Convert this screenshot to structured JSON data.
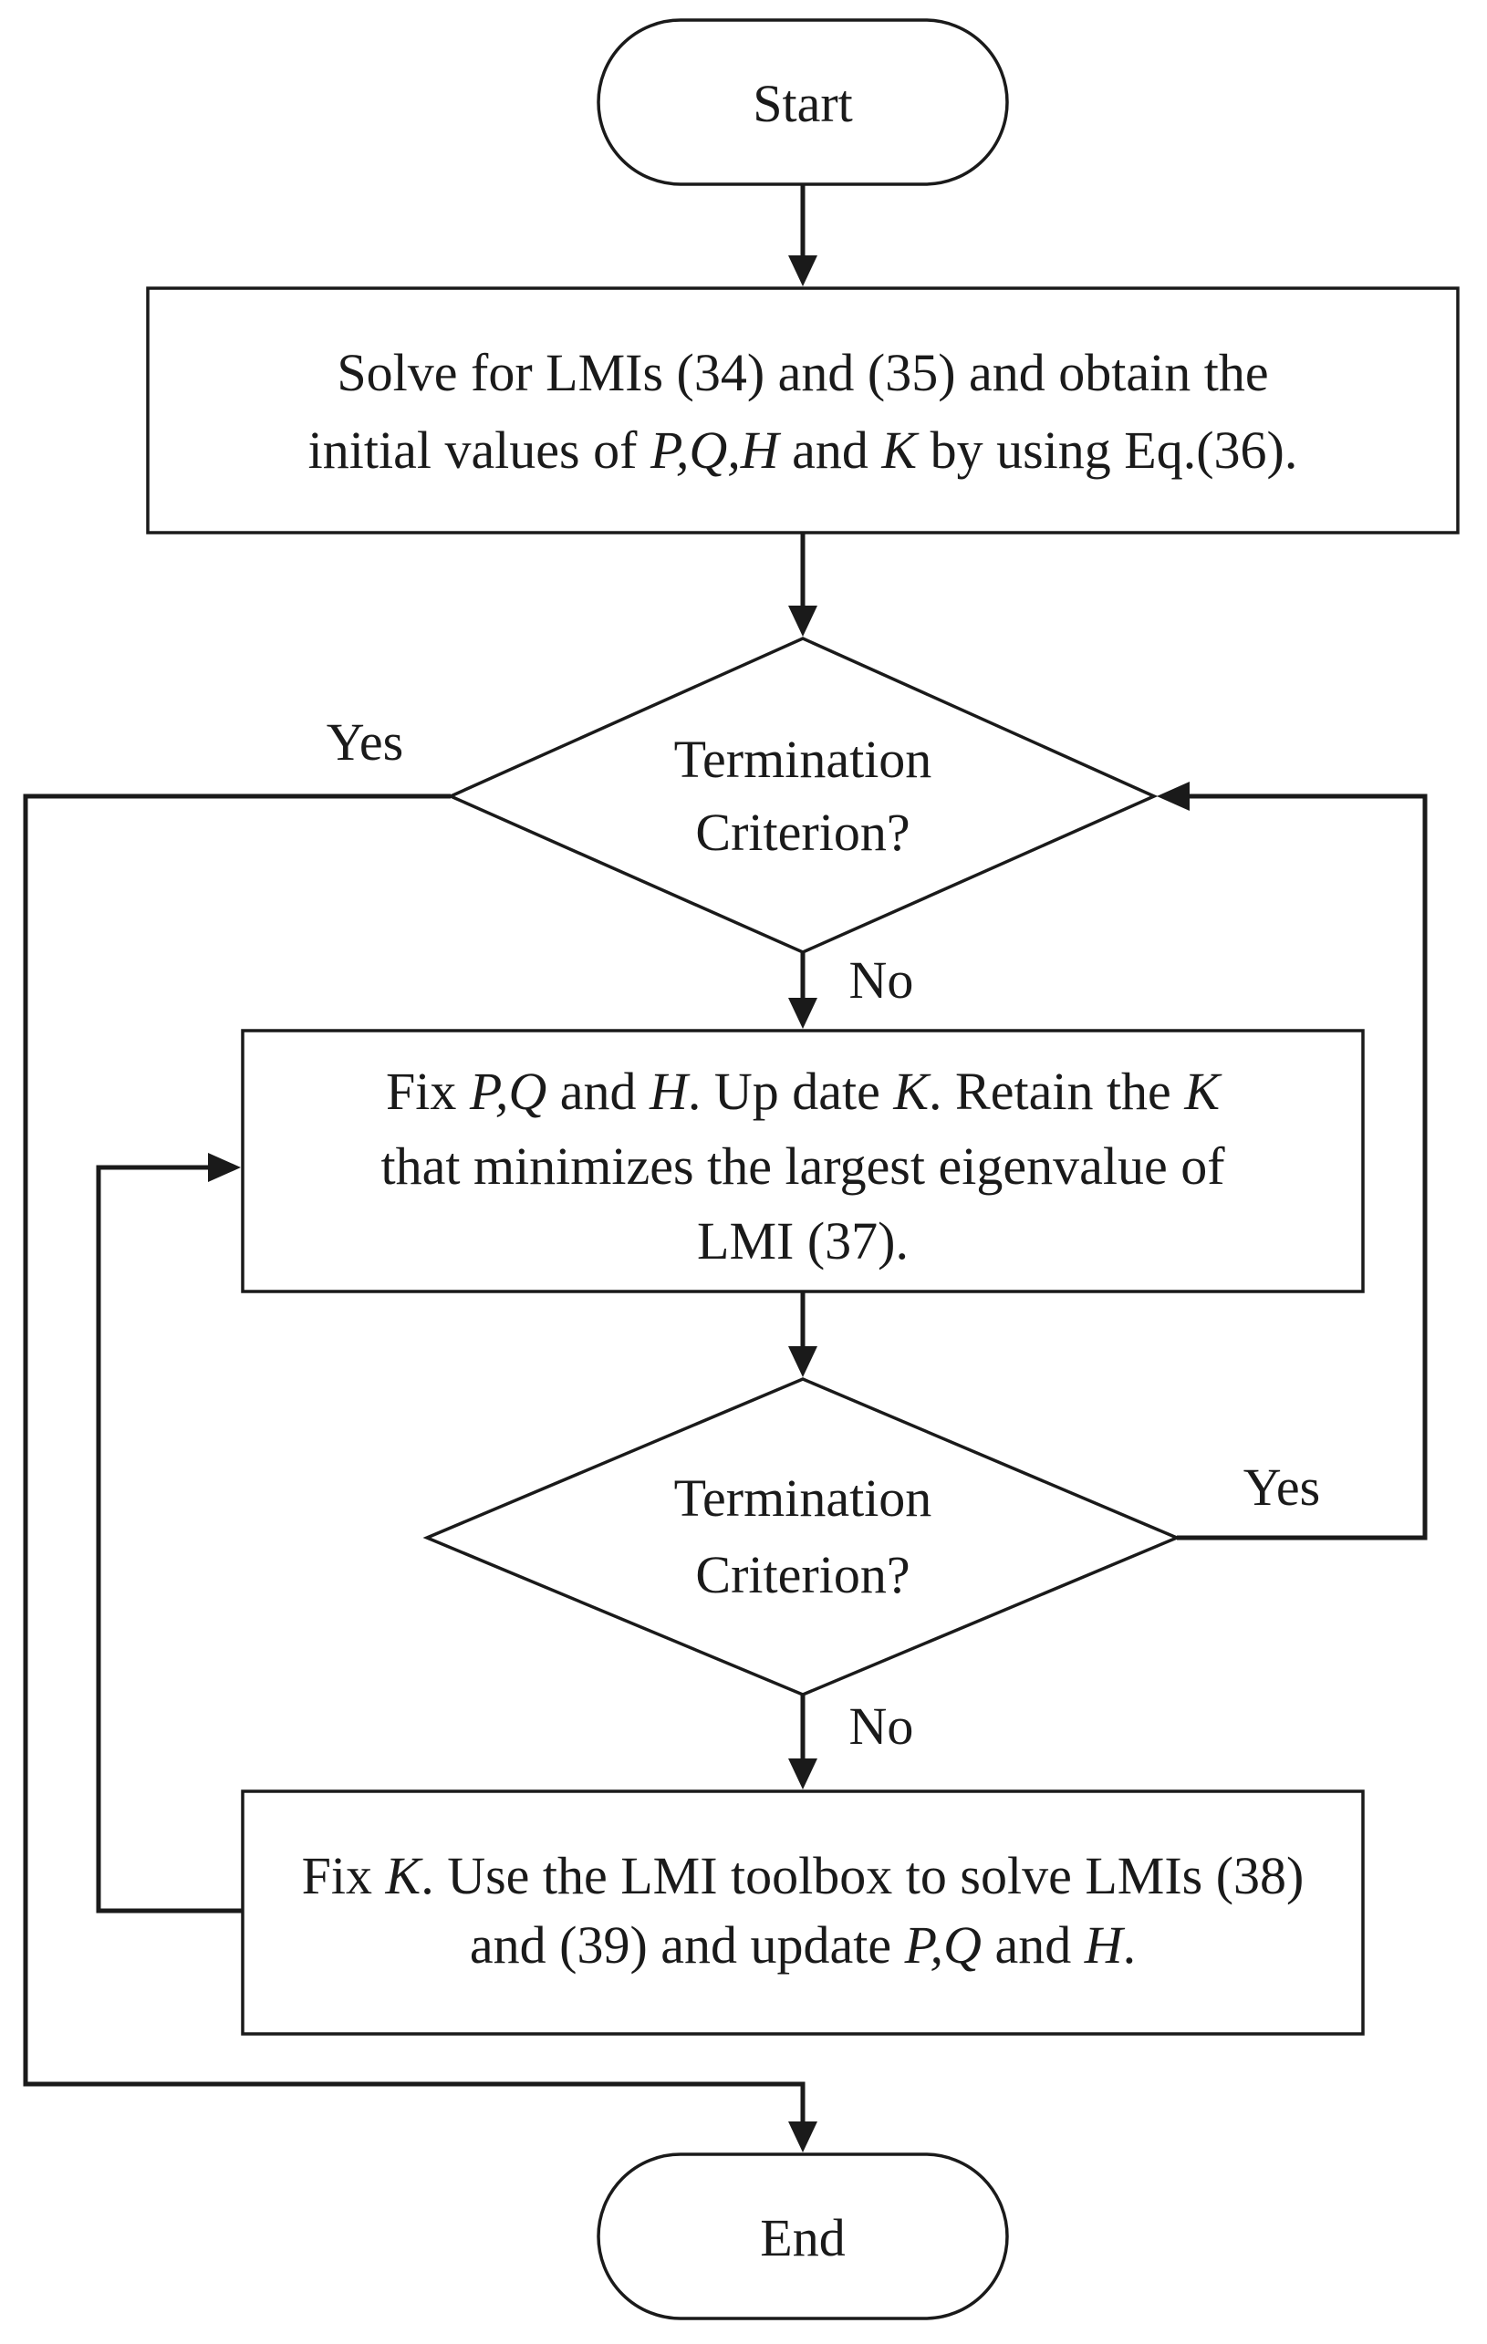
{
  "start_label": "Start",
  "end_label": "End",
  "init_box": {
    "line1": "Solve for LMIs (34) and (35) and obtain the",
    "line2_a": "initial values of ",
    "line2_vars": "P,Q,H",
    "line2_b": " and ",
    "line2_k": "K",
    "line2_c": " by using Eq.(36)."
  },
  "decision1": {
    "line1": "Termination",
    "line2": "Criterion?",
    "yes": "Yes",
    "no": "No"
  },
  "update_k_box": {
    "line1_a": "Fix ",
    "line1_pq": "P,Q",
    "line1_b": " and ",
    "line1_h": "H",
    "line1_c": ". Up date ",
    "line1_k": "K",
    "line1_d": ". Retain the ",
    "line1_k2": "K",
    "line2": "that minimizes the largest eigenvalue of",
    "line3": "LMI (37)."
  },
  "decision2": {
    "line1": "Termination",
    "line2": "Criterion?",
    "yes": "Yes",
    "no": "No"
  },
  "update_pqh_box": {
    "line1_a": "Fix ",
    "line1_k": "K",
    "line1_b": ". Use the LMI toolbox to solve LMIs (38)",
    "line2_a": "and (39) and update ",
    "line2_pq": "P,Q",
    "line2_b": " and ",
    "line2_h": "H",
    "line2_c": "."
  }
}
